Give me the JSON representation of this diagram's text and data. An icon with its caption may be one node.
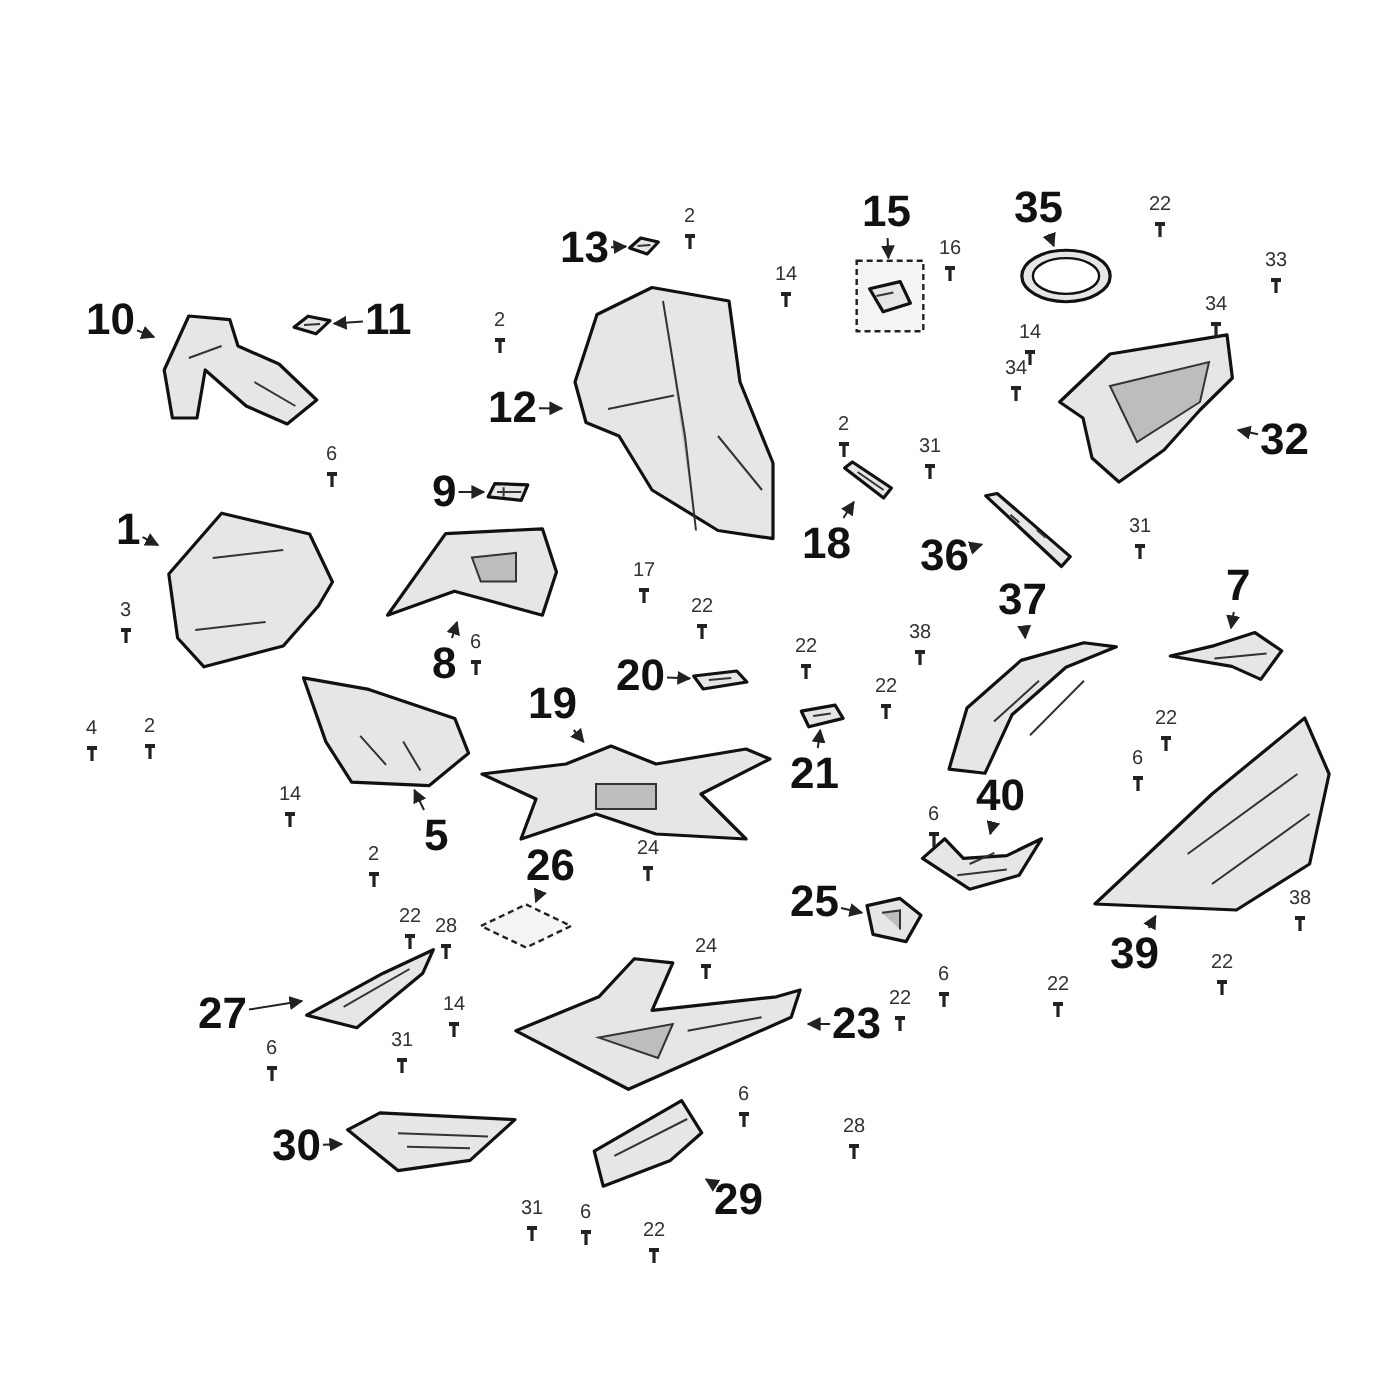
{
  "diagram": {
    "nodes": [
      {
        "text": [
          "15"
        ]
      },
      {
        "text": [],
        "shape": "picture"
      },
      {
        "text": [
          "35"
        ]
      },
      {
        "text": [],
        "shape": "circle"
      },
      {
        "text": [
          "13"
        ]
      },
      {
        "text": [],
        "shape": "picture"
      },
      {
        "text": [
          "10"
        ]
      },
      {
        "text": [],
        "shape": "picture"
      },
      {
        "text": [
          "11"
        ]
      },
      {
        "text": [],
        "shape": "picture"
      },
      {
        "text": [
          "12"
        ]
      },
      {
        "text": [],
        "shape": "picture"
      },
      {
        "text": [
          "32"
        ]
      },
      {
        "text": [],
        "shape": "picture"
      },
      {
        "text": [
          "9"
        ]
      },
      {
        "text": [],
        "shape": "picture"
      },
      {
        "text": [
          "1"
        ]
      },
      {
        "text": [],
        "shape": "picture"
      },
      {
        "text": [
          "18"
        ]
      },
      {
        "text": [],
        "shape": "picture"
      },
      {
        "text": [
          "36"
        ]
      },
      {
        "text": [],
        "shape": "picture"
      },
      {
        "text": [
          "7"
        ]
      },
      {
        "text": [],
        "shape": "picture"
      },
      {
        "text": [
          "37"
        ]
      },
      {
        "text": [],
        "shape": "picture"
      },
      {
        "text": [
          "8"
        ]
      },
      {
        "text": [],
        "shape": "picture"
      },
      {
        "text": [
          "20"
        ]
      },
      {
        "text": [],
        "shape": "picture"
      },
      {
        "text": [
          "19"
        ]
      },
      {
        "text": [],
        "shape": "picture"
      },
      {
        "text": [
          "21"
        ]
      },
      {
        "text": [],
        "shape": "picture"
      },
      {
        "text": [
          "40"
        ]
      },
      {
        "text": [],
        "shape": "picture"
      },
      {
        "text": [
          "5"
        ]
      },
      {
        "text": [],
        "shape": "picture"
      },
      {
        "text": [
          "26"
        ]
      },
      {
        "text": [],
        "shape": "picture"
      },
      {
        "text": [
          "25"
        ]
      },
      {
        "text": [],
        "shape": "picture"
      },
      {
        "text": [
          "39"
        ]
      },
      {
        "text": [],
        "shape": "picture"
      },
      {
        "text": [
          "27"
        ]
      },
      {
        "text": [],
        "shape": "picture"
      },
      {
        "text": [
          "23"
        ]
      },
      {
        "text": [],
        "shape": "picture"
      },
      {
        "text": [
          "30"
        ]
      },
      {
        "text": [],
        "shape": "picture"
      },
      {
        "text": [
          "29"
        ]
      },
      {
        "text": [],
        "shape": "picture"
      }
    ],
    "edges": [
      {
        "from": 0,
        "to": 1,
        "arrow": "to"
      },
      {
        "from": 2,
        "to": 3,
        "arrow": "to"
      },
      {
        "from": 4,
        "to": 5,
        "arrow": "to"
      },
      {
        "from": 6,
        "to": 7,
        "arrow": "to"
      },
      {
        "from": 8,
        "to": 9,
        "arrow": "to"
      },
      {
        "from": 10,
        "to": 11,
        "arrow": "to"
      },
      {
        "from": 12,
        "to": 13,
        "arrow": "to"
      },
      {
        "from": 14,
        "to": 15,
        "arrow": "to"
      },
      {
        "from": 16,
        "to": 17,
        "arrow": "to"
      },
      {
        "from": 18,
        "to": 19,
        "arrow": "to"
      },
      {
        "from": 20,
        "to": 21,
        "arrow": "to"
      },
      {
        "from": 22,
        "to": 23,
        "arrow": "to"
      },
      {
        "from": 24,
        "to": 25,
        "arrow": "to"
      },
      {
        "from": 26,
        "to": 27,
        "arrow": "to"
      },
      {
        "from": 28,
        "to": 29,
        "arrow": "to"
      },
      {
        "from": 30,
        "to": 31,
        "arrow": "to"
      },
      {
        "from": 32,
        "to": 33,
        "arrow": "to"
      },
      {
        "from": 34,
        "to": 35,
        "arrow": "to"
      },
      {
        "from": 36,
        "to": 37,
        "arrow": "to"
      },
      {
        "from": 38,
        "to": 39,
        "arrow": "to"
      },
      {
        "from": 40,
        "to": 41,
        "arrow": "to"
      },
      {
        "from": 42,
        "to": 43,
        "arrow": "to"
      },
      {
        "from": 44,
        "to": 45,
        "arrow": "to"
      },
      {
        "from": 46,
        "to": 47,
        "arrow": "to"
      },
      {
        "from": 48,
        "to": 49,
        "arrow": "to"
      },
      {
        "from": 50,
        "to": 51,
        "arrow": "to"
      }
    ],
    "labels": [
      "2",
      "22",
      "16",
      "33",
      "14",
      "2",
      "34",
      "14",
      "34",
      "6",
      "2",
      "31",
      "31",
      "17",
      "22",
      "3",
      "6",
      "22",
      "38",
      "22",
      "22",
      "2",
      "4",
      "6",
      "14",
      "6",
      "2",
      "24",
      "38",
      "22",
      "28",
      "6",
      "24",
      "22",
      "22",
      "22",
      "14",
      "31",
      "6",
      "6",
      "28",
      "31",
      "6",
      "22"
    ]
  }
}
